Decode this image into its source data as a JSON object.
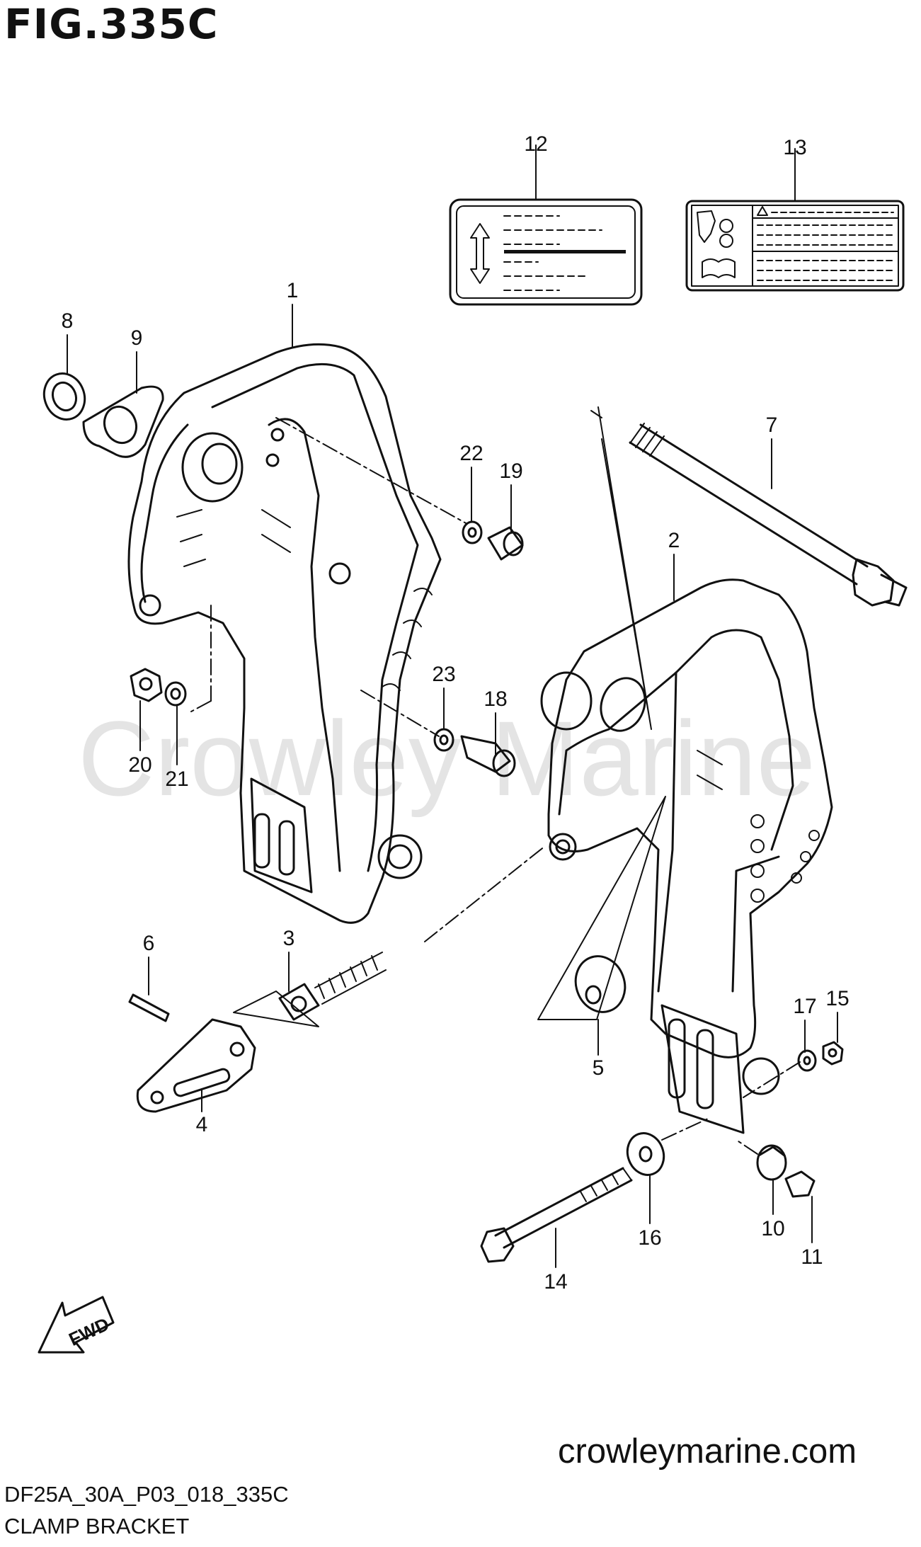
{
  "figure": {
    "title": "FIG.335C",
    "code": "DF25A_30A_P03_018_335C",
    "caption": "CLAMP BRACKET",
    "website": "crowleymarine.com",
    "watermark": "Crowley Marine"
  },
  "fwd_label": "FWD",
  "callouts": [
    {
      "id": "1",
      "label": "1"
    },
    {
      "id": "2",
      "label": "2"
    },
    {
      "id": "3",
      "label": "3"
    },
    {
      "id": "4",
      "label": "4"
    },
    {
      "id": "5",
      "label": "5"
    },
    {
      "id": "6",
      "label": "6"
    },
    {
      "id": "7",
      "label": "7"
    },
    {
      "id": "8",
      "label": "8"
    },
    {
      "id": "9",
      "label": "9"
    },
    {
      "id": "10",
      "label": "10"
    },
    {
      "id": "11",
      "label": "11"
    },
    {
      "id": "12",
      "label": "12"
    },
    {
      "id": "13",
      "label": "13"
    },
    {
      "id": "14",
      "label": "14"
    },
    {
      "id": "15",
      "label": "15"
    },
    {
      "id": "16",
      "label": "16"
    },
    {
      "id": "17",
      "label": "17"
    },
    {
      "id": "18",
      "label": "18"
    },
    {
      "id": "19",
      "label": "19"
    },
    {
      "id": "20",
      "label": "20"
    },
    {
      "id": "21",
      "label": "21"
    },
    {
      "id": "22",
      "label": "22"
    },
    {
      "id": "23",
      "label": "23"
    }
  ]
}
